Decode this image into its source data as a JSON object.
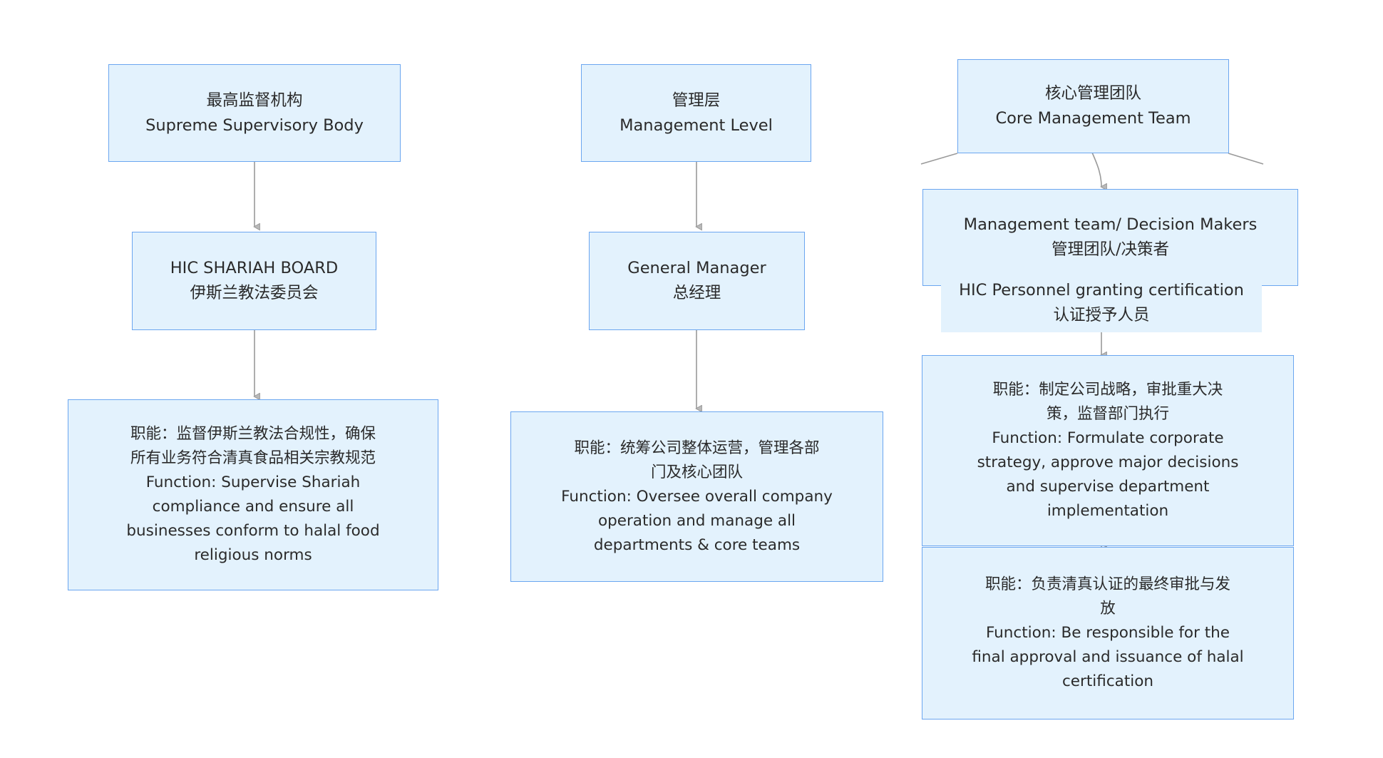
{
  "diagram": {
    "title": "Halal certification organizational structure chart",
    "colors": {
      "node_fill": "#e3f2fd",
      "node_border": "#6ba6f0",
      "connector": "#9a9a9a",
      "text": "#2a2a2a",
      "background": "#ffffff"
    },
    "columns": [
      {
        "name": "supreme-supervisory-column",
        "nodes": [
          {
            "id": "supreme-supervisory-body",
            "lines": [
              "最高监督机构",
              "Supreme Supervisory Body"
            ]
          },
          {
            "id": "hic-shariah-board",
            "lines": [
              "HIC SHARIAH BOARD",
              "伊斯兰教法委员会"
            ]
          },
          {
            "id": "shariah-board-function",
            "lines": [
              "职能：监督伊斯兰教法合规性，确保",
              "所有业务符合清真食品相关宗教规范",
              "Function: Supervise Shariah",
              "compliance and ensure all",
              "businesses conform to halal food",
              "religious norms"
            ]
          }
        ]
      },
      {
        "name": "management-level-column",
        "nodes": [
          {
            "id": "management-level",
            "lines": [
              "管理层",
              "Management Level"
            ]
          },
          {
            "id": "general-manager",
            "lines": [
              "General Manager",
              "总经理"
            ]
          },
          {
            "id": "general-manager-function",
            "lines": [
              "职能：统筹公司整体运营，管理各部",
              "门及核心团队",
              "Function: Oversee overall company",
              "operation and manage all",
              "departments & core teams"
            ]
          }
        ]
      },
      {
        "name": "core-management-column",
        "nodes": [
          {
            "id": "core-management-team",
            "lines": [
              "核心管理团队",
              "Core Management Team"
            ]
          },
          {
            "id": "management-team-decision-makers",
            "lines": [
              "Management team/ Decision Makers",
              "管理团队/决策者"
            ]
          },
          {
            "id": "hic-personnel-granting-certification",
            "lines": [
              "HIC Personnel granting certification",
              "认证授予人员"
            ]
          },
          {
            "id": "decision-makers-function",
            "lines": [
              "职能：制定公司战略，审批重大决",
              "策，监督部门执行",
              "Function: Formulate corporate",
              "strategy, approve major decisions",
              "and supervise department",
              "implementation"
            ]
          },
          {
            "id": "hic-personnel-function",
            "lines": [
              "职能：负责清真认证的最终审批与发",
              "放",
              "Function: Be responsible for the",
              "final approval and issuance of halal",
              "certification"
            ]
          }
        ]
      }
    ]
  }
}
